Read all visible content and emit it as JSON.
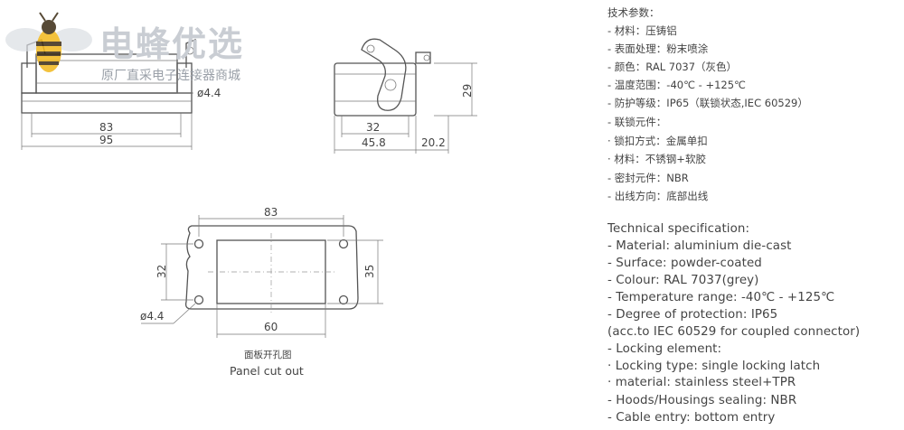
{
  "watermark": {
    "brand": "电蜂优选",
    "tagline": "原厂直采电子连接器商城"
  },
  "dimensions": {
    "front_hole": "ø4.4",
    "front_inner": "83",
    "front_outer": "95",
    "side_height": "29",
    "side_inner": "32",
    "side_width": "45.8",
    "side_latch": "20.2",
    "cut_width": "83",
    "cut_left": "32",
    "cut_right": "35",
    "cut_hole": "ø4.4",
    "cut_inner": "60"
  },
  "cutout": {
    "title_zh": "面板开孔图",
    "title_en": "Panel cut out"
  },
  "specs_zh": [
    "技术参数：",
    "- 材料：压铸铝",
    "- 表面处理：粉末喷涂",
    "- 颜色：RAL 7037（灰色）",
    "- 温度范围：-40℃  -  +125℃",
    "- 防护等级：IP65（联锁状态,IEC 60529）",
    "- 联锁元件：",
    "   · 锁扣方式：金属单扣",
    "   · 材料：不锈钢+软胶",
    "- 密封元件：NBR",
    "- 出线方向：底部出线"
  ],
  "specs_en": [
    "Technical specification:",
    "- Material: aluminium die-cast",
    "- Surface: powder-coated",
    "- Colour: RAL 7037(grey)",
    "- Temperature range: -40℃  -  +125℃",
    "- Degree of protection: IP65",
    "  (acc.to IEC 60529 for coupled connector)",
    "- Locking element:",
    "     · Locking type: single locking latch",
    "     · material: stainless steel+TPR",
    "- Hoods/Housings sealing: NBR",
    "- Cable entry: bottom entry"
  ]
}
